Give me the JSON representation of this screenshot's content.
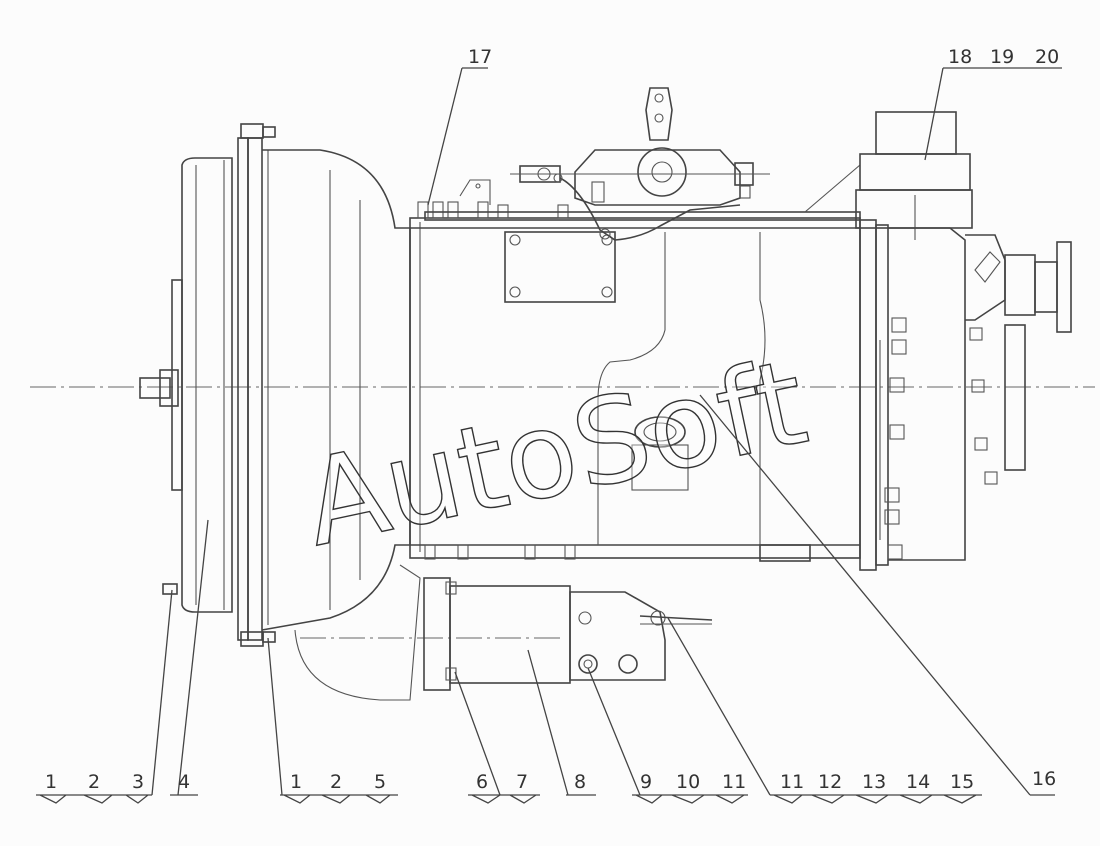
{
  "watermark": "AutoSoft",
  "labels": {
    "l17": "17",
    "l18": "18",
    "l19": "19",
    "l20": "20",
    "l16": "16",
    "g1": [
      "1",
      "2",
      "3"
    ],
    "l4": "4",
    "g2": [
      "1",
      "2",
      "5"
    ],
    "g3": [
      "6",
      "7"
    ],
    "l8": "8",
    "g4": [
      "9",
      "10",
      "11"
    ],
    "g5": [
      "11",
      "12",
      "13",
      "14",
      "15"
    ]
  }
}
